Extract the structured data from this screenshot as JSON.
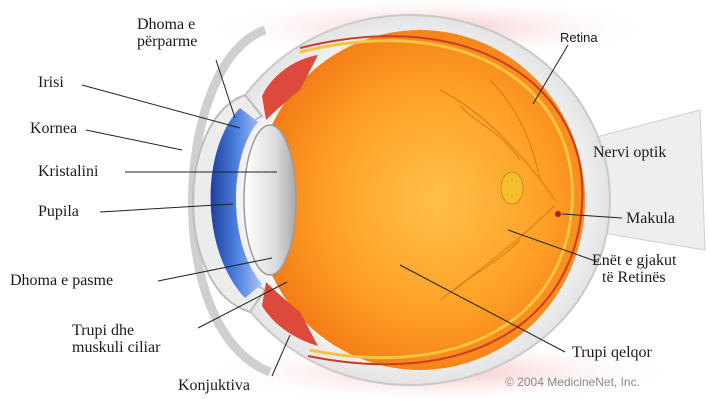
{
  "labels": {
    "dhoma_perparme": [
      "Dhoma e",
      "përparme"
    ],
    "irisi": "Irisi",
    "kornea": "Kornea",
    "kristalini": "Kristalini",
    "pupila": "Pupila",
    "dhoma_pasme": "Dhoma e pasme",
    "trupi_muskuli": [
      "Trupi dhe",
      "muskuli ciliar"
    ],
    "konjuktiva": "Konjuktiva",
    "retina": "Retina",
    "nervi_optik": "Nervi optik",
    "makula": "Makula",
    "enet": [
      "Enët e gjakut",
      "të Retinës"
    ],
    "trupi_qelqor": "Trupi qelqor"
  },
  "copyright": "© 2004 MedicineNet, Inc.",
  "colors": {
    "vitreous_center": "#ffb733",
    "vitreous_edge": "#f07a12",
    "retina_line": "#f5c542",
    "sclera": "#e8e8e8",
    "iris_blue": "#2f62c9",
    "muscle_red": "#d9423a",
    "leader_line": "#222222"
  }
}
